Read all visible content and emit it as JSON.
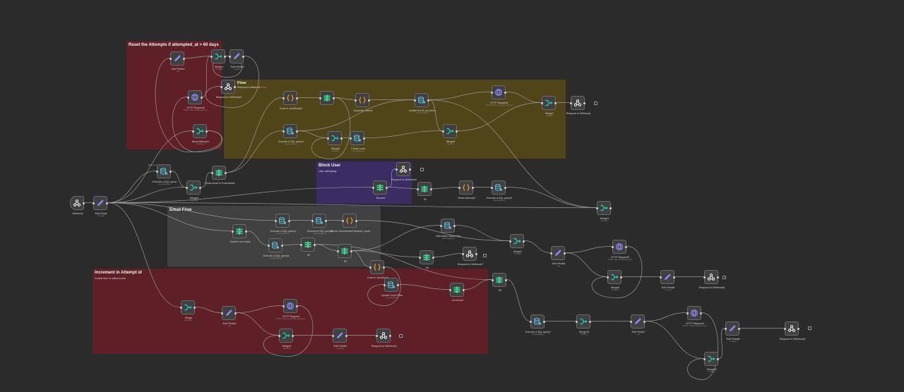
{
  "stickies": [
    {
      "id": "s-reset",
      "title": "Reset the Attempts if attempted_at > 60 days",
      "subtitle": "",
      "color": "#5e1f26"
    },
    {
      "id": "s-flow",
      "title": "",
      "subtitle": "",
      "color": "#4f4518"
    },
    {
      "id": "s-block",
      "title": "Block User",
      "subtitle": "User attempting",
      "color": "#3b2d63"
    },
    {
      "id": "s-email",
      "title": "Email Flow",
      "subtitle": "",
      "color": "#414141"
    },
    {
      "id": "s-incr",
      "title": "Increment in Attempt id",
      "subtitle": "Double time in milliseconds",
      "subtitle_mark": "",
      "color": "#5e1f26"
    }
  ],
  "nodes": [
    {
      "id": "webhook",
      "label": "Webhook",
      "sub": "",
      "icon": "webhook",
      "color": "#ffffff"
    },
    {
      "id": "edit-fields",
      "label": "Edit Fields",
      "sub": "manual",
      "icon": "pencil",
      "color": "#8c8cff"
    },
    {
      "id": "edit-fields3",
      "label": "Edit Fields3",
      "sub": "set",
      "icon": "pencil",
      "color": "#8c8cff"
    },
    {
      "id": "merge1",
      "label": "Merge1",
      "sub": "combine",
      "icon": "merge",
      "color": "#28c1a8"
    },
    {
      "id": "edit-fields4",
      "label": "Edit Fields4",
      "sub": "manual",
      "icon": "pencil",
      "color": "#8c8cff"
    },
    {
      "id": "http-request2",
      "label": "HTTP Request2",
      "sub": "POST: https://example.com",
      "icon": "globe",
      "color": "#8c8cff"
    },
    {
      "id": "respond-webhook3",
      "label": "Respond to Webhook3",
      "sub": "",
      "icon": "webhook",
      "color": "#ffffff"
    },
    {
      "id": "reset-attempt",
      "label": "Reset Attempt1",
      "sub": "combine",
      "icon": "merge",
      "color": "#28c1a8"
    },
    {
      "id": "code-js2",
      "label": "Code in JavaScript2",
      "sub": "",
      "icon": "braces",
      "color": "#ff9a1f"
    },
    {
      "id": "if-flow",
      "label": "",
      "sub": "",
      "icon": "filter",
      "color": "#3ddc97"
    },
    {
      "id": "separate-tokens",
      "label": "Separate Tokens",
      "sub": "",
      "icon": "braces",
      "color": "#ff9a1f"
    },
    {
      "id": "update-list",
      "label": "Update the fb_ad_items",
      "sub": "executeQuery",
      "icon": "db",
      "color": "#5bc0de"
    },
    {
      "id": "http-request1",
      "label": "HTTP Request1",
      "sub": "POST: https://example.com/api",
      "icon": "globe",
      "color": "#8c8cff"
    },
    {
      "id": "merge7",
      "label": "Merge7",
      "sub": "combine",
      "icon": "merge",
      "color": "#28c1a8"
    },
    {
      "id": "respond-webhook-top",
      "label": "Respond to Webhook",
      "sub": "",
      "icon": "webhook",
      "color": "#ffffff"
    },
    {
      "id": "exec-sql2",
      "label": "Execute a SQL query2",
      "sub": "executeQuery",
      "icon": "db",
      "color": "#5bc0de"
    },
    {
      "id": "merge8",
      "label": "Merge8",
      "sub": "combine",
      "icon": "merge",
      "color": "#28c1a8"
    },
    {
      "id": "create-lead",
      "label": "Create Lead",
      "sub": "executeQuery",
      "icon": "db",
      "color": "#5bc0de"
    },
    {
      "id": "merge5",
      "label": "Merge5",
      "sub": "combine",
      "icon": "merge",
      "color": "#28c1a8"
    },
    {
      "id": "exec-sql",
      "label": "Execute a SQL query",
      "sub": "executeQuery",
      "icon": "db",
      "color": "#5bc0de"
    },
    {
      "id": "merge3",
      "label": "Merge3",
      "sub": "combine",
      "icon": "merge",
      "color": "#28c1a8"
    },
    {
      "id": "check-email",
      "label": "Check email is True/exists1",
      "sub": "",
      "icon": "filter",
      "color": "#3ddc97"
    },
    {
      "id": "respond-webhook2",
      "label": "Respond to Webhook2",
      "sub": "",
      "icon": "webhook",
      "color": "#ffffff"
    },
    {
      "id": "blocked",
      "label": "Blocked",
      "sub": "",
      "icon": "filter",
      "color": "#3ddc97"
    },
    {
      "id": "if1",
      "label": "If1",
      "sub": "",
      "icon": "filter",
      "color": "#3ddc97"
    },
    {
      "id": "reset-attempt2",
      "label": "Reset Attempt2",
      "sub": "",
      "icon": "braces",
      "color": "#ff9a1f"
    },
    {
      "id": "exec-sql3",
      "label": "Execute a SQL query3",
      "sub": "executeQuery",
      "icon": "db",
      "color": "#5bc0de"
    },
    {
      "id": "merge9",
      "label": "Merge9",
      "sub": "combine",
      "icon": "merge",
      "color": "#28c1a8"
    },
    {
      "id": "email-not-exists",
      "label": "Email is not exists",
      "sub": "",
      "icon": "filter",
      "color": "#3ddc97"
    },
    {
      "id": "exec-sql4",
      "label": "Execute a SQL query4",
      "sub": "executeQuery",
      "icon": "db",
      "color": "#5bc0de"
    },
    {
      "id": "exec-sql5",
      "label": "Execute a SQL query5",
      "sub": "executeQuery",
      "icon": "db",
      "color": "#5bc0de"
    },
    {
      "id": "exec-sql6",
      "label": "Execute a SQL query6",
      "sub": "executeQuery",
      "icon": "db",
      "color": "#5bc0de"
    },
    {
      "id": "return-incr",
      "label": "Return incremented blocked_count",
      "sub": "",
      "icon": "braces",
      "color": "#ff9a1f"
    },
    {
      "id": "if2",
      "label": "If2",
      "sub": "",
      "icon": "filter",
      "color": "#3ddc97"
    },
    {
      "id": "if3",
      "label": "If3",
      "sub": "",
      "icon": "filter",
      "color": "#3ddc97"
    },
    {
      "id": "attempted-flow",
      "label": "Attempted Count Row",
      "sub": "executeQuery",
      "icon": "db",
      "color": "#5bc0de"
    },
    {
      "id": "merge2",
      "label": "Merge2",
      "sub": "combine",
      "icon": "merge",
      "color": "#28c1a8"
    },
    {
      "id": "edit-fields6",
      "label": "Edit Fields6",
      "sub": "set",
      "icon": "pencil",
      "color": "#8c8cff"
    },
    {
      "id": "http-request3",
      "label": "HTTP Request3",
      "sub": "POST: https://example.com",
      "icon": "globe",
      "color": "#8c8cff"
    },
    {
      "id": "merge6",
      "label": "Merge6",
      "sub": "combine",
      "icon": "merge",
      "color": "#28c1a8"
    },
    {
      "id": "edit-fields5",
      "label": "Edit Fields5",
      "sub": "manual",
      "icon": "pencil",
      "color": "#8c8cff"
    },
    {
      "id": "respond-webhook6",
      "label": "Respond to Webhook6",
      "sub": "",
      "icon": "webhook",
      "color": "#ffffff"
    },
    {
      "id": "if4",
      "label": "If4",
      "sub": "",
      "icon": "filter",
      "color": "#3ddc97"
    },
    {
      "id": "respond-webhook7",
      "label": "Respond to Webhook7",
      "sub": "",
      "icon": "webhook",
      "color": "#ffffff"
    },
    {
      "id": "code-js",
      "label": "Code in JavaScript",
      "sub": "",
      "icon": "braces",
      "color": "#ff9a1f"
    },
    {
      "id": "update-zoom",
      "label": "Update Zoom Row",
      "sub": "executeQuery",
      "icon": "db",
      "color": "#5bc0de"
    },
    {
      "id": "increment",
      "label": "Increment",
      "sub": "",
      "icon": "filter",
      "color": "#3ddc97"
    },
    {
      "id": "if5",
      "label": "If5",
      "sub": "",
      "icon": "filter",
      "color": "#3ddc97"
    },
    {
      "id": "merge",
      "label": "Merge",
      "sub": "combine",
      "icon": "merge",
      "color": "#28c1a8"
    },
    {
      "id": "edit-fields1",
      "label": "Edit Fields1",
      "sub": "set",
      "icon": "pencil",
      "color": "#8c8cff"
    },
    {
      "id": "http-request",
      "label": "HTTP Request",
      "sub": "POST: https://example.com/send",
      "icon": "globe",
      "color": "#8c8cff"
    },
    {
      "id": "merge4",
      "label": "Merge4",
      "sub": "combine",
      "icon": "merge",
      "color": "#28c1a8"
    },
    {
      "id": "edit-fields2",
      "label": "Edit Fields2",
      "sub": "manual",
      "icon": "pencil",
      "color": "#8c8cff"
    },
    {
      "id": "respond-webhook1",
      "label": "Respond to Webhook1",
      "sub": "",
      "icon": "webhook",
      "color": "#ffffff"
    },
    {
      "id": "exec-sql7",
      "label": "Execute a SQL query7",
      "sub": "executeQuery",
      "icon": "db",
      "color": "#5bc0de"
    },
    {
      "id": "merge10",
      "label": "Merge10",
      "sub": "combine",
      "icon": "merge",
      "color": "#28c1a8"
    },
    {
      "id": "edit-fields7",
      "label": "Edit Fields7",
      "sub": "set",
      "icon": "pencil",
      "color": "#8c8cff"
    },
    {
      "id": "http-request4",
      "label": "HTTP Request4",
      "sub": "POST: https://example.com",
      "icon": "globe",
      "color": "#8c8cff"
    },
    {
      "id": "edit-fields8",
      "label": "Edit Fields8",
      "sub": "manual",
      "icon": "pencil",
      "color": "#8c8cff"
    },
    {
      "id": "respond-webhook8",
      "label": "Respond to Webhook8",
      "sub": "",
      "icon": "webhook",
      "color": "#ffffff"
    },
    {
      "id": "merge11",
      "label": "Merge11",
      "sub": "combine",
      "icon": "merge",
      "color": "#28c1a8"
    }
  ],
  "flow_note": {
    "title": "Flow",
    "text": "Respond to Webhook",
    "mark": "Error"
  },
  "connection_label": "Branch 1",
  "wire_color": "#a8a8a8"
}
